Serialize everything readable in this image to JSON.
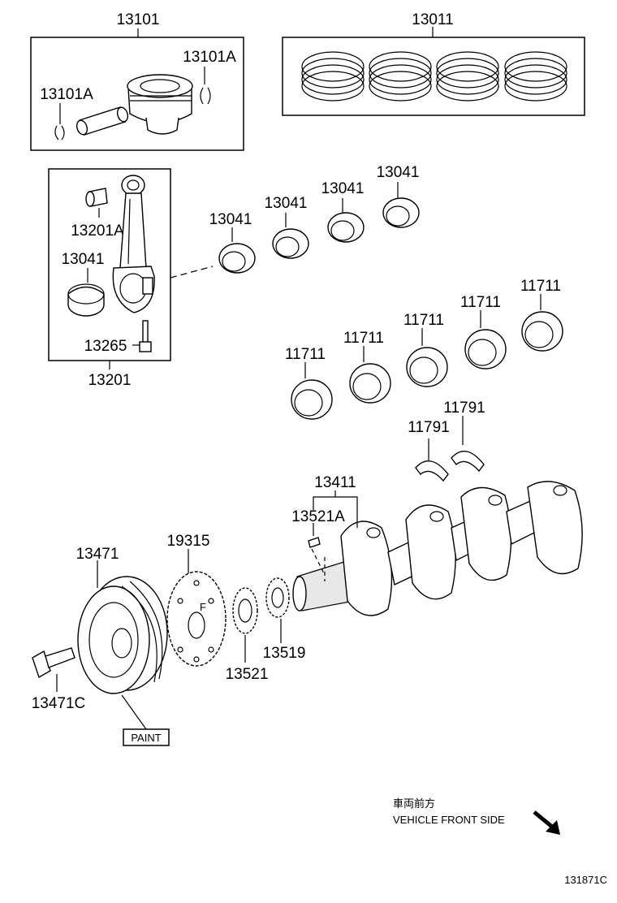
{
  "labels": {
    "p13101": "13101",
    "p13011": "13011",
    "p13101a_r": "13101A",
    "p13101a_l": "13101A",
    "p13201a": "13201A",
    "p13041_in": "13041",
    "p13265": "13265",
    "p13201": "13201",
    "p13041_1": "13041",
    "p13041_2": "13041",
    "p13041_3": "13041",
    "p13041_4": "13041",
    "p11711_1": "11711",
    "p11711_2": "11711",
    "p11711_3": "11711",
    "p11711_4": "11711",
    "p11711_5": "11711",
    "p11791_1": "11791",
    "p11791_2": "11791",
    "p13411": "13411",
    "p13521a": "13521A",
    "p13471": "13471",
    "p19315": "19315",
    "p13521": "13521",
    "p13519": "13519",
    "p13471c": "13471C",
    "paint": "PAINT",
    "front_jp": "車両前方",
    "front_en": "VEHICLE FRONT SIDE",
    "diagram_id": "131871C"
  }
}
